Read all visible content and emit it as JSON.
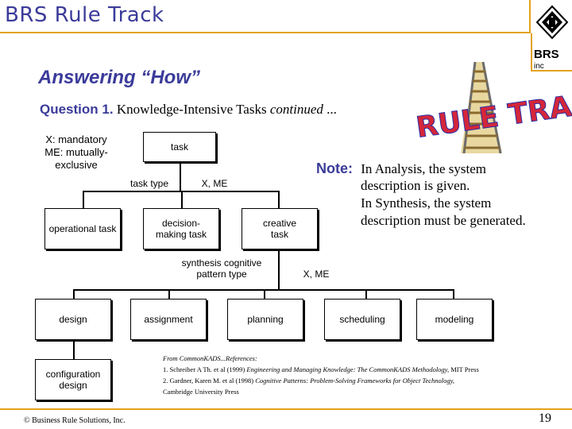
{
  "header": {
    "title": "BRS Rule Track"
  },
  "logo": {
    "brand": "BRS",
    "suffix": "inc",
    "icon": "brs-diamond-logo"
  },
  "subtitle": "Answering “How”",
  "question": {
    "number": "Question 1.",
    "text": "Knowledge-Intensive Tasks",
    "italic": "continued",
    "ellipsis": "..."
  },
  "legend": {
    "line1": "X:  mandatory",
    "line2": "ME: mutually-",
    "line3": "exclusive"
  },
  "tree": {
    "root": "task",
    "task_type_label": "task type",
    "task_type_constraint": "X, ME",
    "level1": [
      "operational task",
      "decision-making task",
      "creative task"
    ],
    "synthesis_label": "synthesis cognitive pattern type",
    "synthesis_constraint": "X, ME",
    "level2": [
      "design",
      "assignment",
      "planning",
      "scheduling",
      "modeling"
    ],
    "design_child": "configuration design"
  },
  "note": {
    "label": "Note:",
    "line1": "In Analysis, the system",
    "line2": "description is given.",
    "line3": "In Synthesis, the system",
    "line4": "description must be generated."
  },
  "references": {
    "intro": "From CommonKADS...References:",
    "ref1_a": "1. Schreiber A Th. et al (1999)",
    "ref1_b": "Engineering and Managing Knowledge: The CommonKADS Methodology,",
    "ref1_c": "MIT Press",
    "ref2_a": "2. Gardner, Karen M. et al (1998)",
    "ref2_b": "Cognitive Patterns: Problem-Solving Frameworks for Object Technology,",
    "ref2_c": "Cambridge University Press"
  },
  "rule_track_art": "RULE TRACK",
  "footer": {
    "copyright": "© Business Rule Solutions, Inc.",
    "page": "19"
  },
  "colors": {
    "title": "#3b3b9a",
    "accent": "#e3a21a",
    "art_red": "#d4263a",
    "art_blue": "#2a2fa8"
  }
}
